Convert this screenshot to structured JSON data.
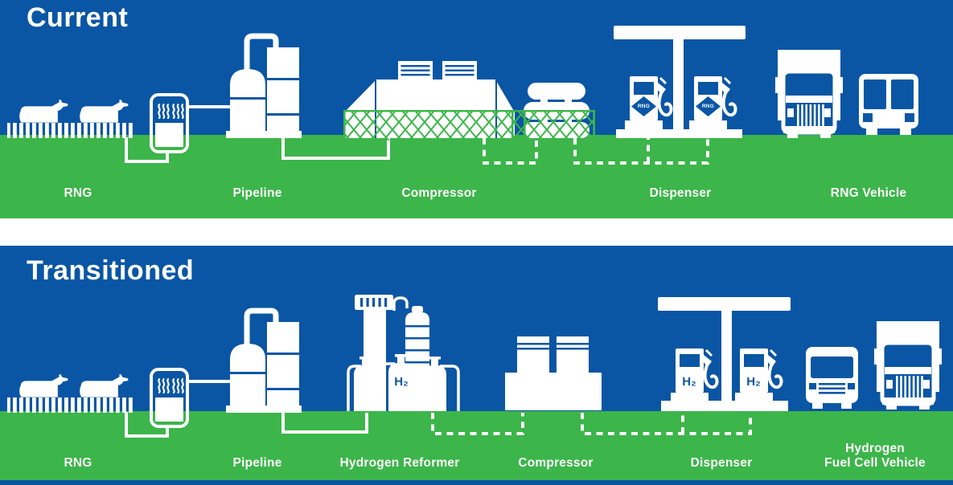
{
  "colors": {
    "panel_blue": "#0A56A4",
    "ground_green": "#3CB54A",
    "icon_white": "#FFFFFF",
    "badge_text_white": "#FFFFFF",
    "h2_text_blue": "#0A56A4"
  },
  "current_panel": {
    "title": "Current",
    "labels": {
      "source": "RNG",
      "pipeline": "Pipeline",
      "compressor": "Compressor",
      "dispenser": "Dispenser",
      "vehicle": "RNG Vehicle"
    },
    "pump_badge": "RNG"
  },
  "transitioned_panel": {
    "title": "Transitioned",
    "labels": {
      "source": "RNG",
      "pipeline": "Pipeline",
      "reformer": "Hydrogen Reformer",
      "compressor": "Compressor",
      "dispenser": "Dispenser",
      "vehicle_line1": "Hydrogen",
      "vehicle_line2": "Fuel Cell Vehicle"
    },
    "pump_badge": "H₂",
    "reformer_tank_label": "H₂"
  },
  "icons": {
    "cow-icon": "cow silhouette",
    "corral-fence-icon": "white picket corral fence",
    "digester-icon": "anaerobic digester with steam waves",
    "pipeline-icon": "dome tank with piped column",
    "compressor-tank-icon": "large gas tank with roof vents",
    "security-fence-icon": "green chain-link fence",
    "gas-storage-icon": "stacked horizontal storage cylinders",
    "hydrogen-reformer-icon": "reformer tower, ringed column, H2 cylinders, ladder",
    "skid-compressor-icon": "compressor skid with two units",
    "canopy-icon": "fuel station canopy",
    "fuel-pump-icon": "fuel dispenser pump with nozzle",
    "semi-truck-icon": "semi truck front with trailer",
    "coach-bus-icon": "coach bus front",
    "transit-bus-icon": "transit bus front",
    "pipe-solid-line": "solid underground pipe",
    "pipe-dashed-line": "dashed underground pipe"
  }
}
